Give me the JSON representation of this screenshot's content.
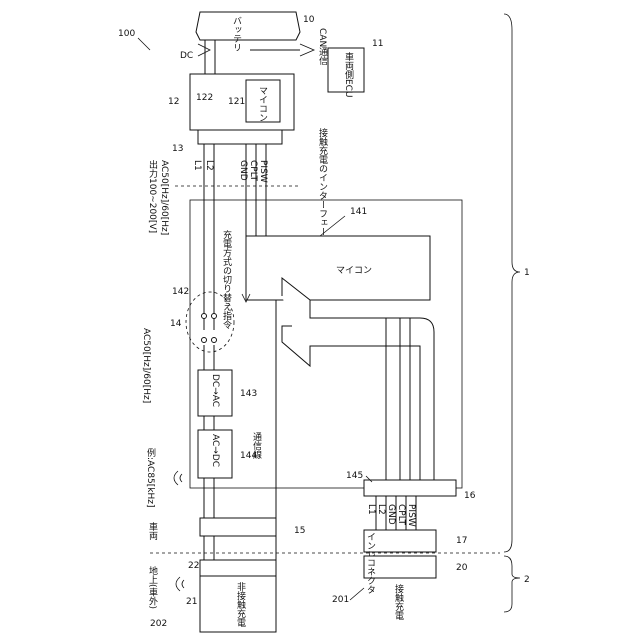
{
  "figure": {
    "ref_100": "100",
    "ref_1": "1",
    "ref_2": "2",
    "battery": {
      "ref": "10",
      "label": "バッテリ"
    },
    "dc": "DC",
    "can": "CAN通信",
    "vehicle_ecu": {
      "ref": "11",
      "label": "車両側ECU"
    },
    "block_12": {
      "ref": "12",
      "ref_inner": "122",
      "mcu_ref": "121",
      "mcu_label": "マイコン"
    },
    "interface_13": {
      "ref": "13",
      "label": "接触充電のインターフェース"
    },
    "output_spec": "出力100~200[V]",
    "ac_spec_top": "AC50[Hz]/60[Hz]",
    "signals_top": [
      "L1",
      "L2",
      "GND",
      "CPLT",
      "PISW"
    ],
    "block_141": {
      "ref": "141",
      "label": "マイコン"
    },
    "switch_cmd": "充電方式の切り替え指令",
    "switch_142": {
      "ref": "142"
    },
    "ref_14": "14",
    "ac_spec_mid": "AC50[Hz]/60[Hz]",
    "dcac": {
      "ref": "143",
      "label": "DC→AC"
    },
    "acdc": {
      "ref": "144",
      "label": "AC→DC"
    },
    "comm_line": "通信線",
    "example_ac": "例:AC85[kHz]",
    "ref_145": "145",
    "ref_16": "16",
    "ref_15": "15",
    "vehicle": "車両",
    "ground": "地上(車外)",
    "signals_bottom": [
      "L1",
      "L2",
      "GND",
      "CPLT",
      "PISW"
    ],
    "inlet": {
      "ref": "17",
      "label": "インレット"
    },
    "connector": {
      "ref": "20",
      "label": "コネクタ"
    },
    "contact_charger": {
      "ref": "201",
      "label": "接触充電"
    },
    "noncontact_charger": {
      "ref": "202",
      "label": "非接触充電",
      "ref_21": "21",
      "ref_22": "22"
    }
  }
}
